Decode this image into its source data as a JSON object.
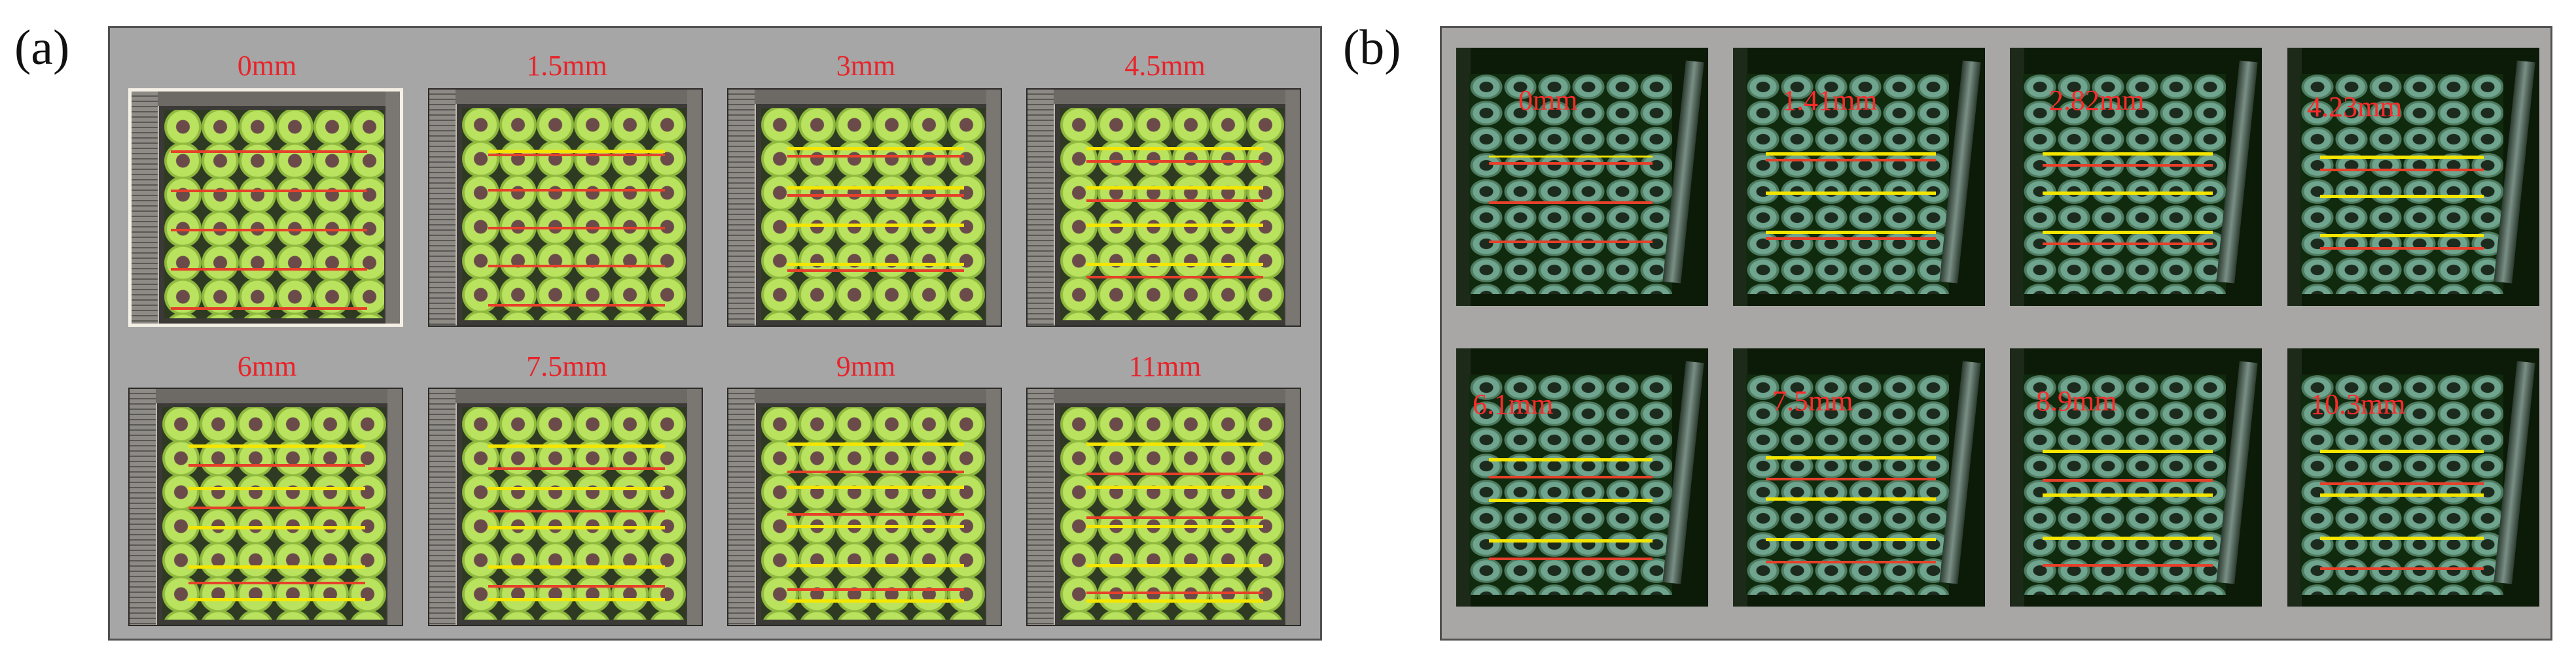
{
  "figure": {
    "panel_a_label": "(a)",
    "panel_b_label": "(b)"
  },
  "panel_a": {
    "labels": [
      "0mm",
      "1.5mm",
      "3mm",
      "4.5mm",
      "6mm",
      "7.5mm",
      "9mm",
      "11mm"
    ]
  },
  "panel_b": {
    "labels": [
      "0mm",
      "1.41mm",
      "2.82mm",
      "4.23mm",
      "6.1mm",
      "7.5mm",
      "8.9mm",
      "10.3mm"
    ]
  },
  "colors": {
    "label_red": "#e8232a",
    "line_yellow": "#f5e600",
    "line_red": "#e6402a",
    "panel_gray": "#a6a6a6"
  }
}
